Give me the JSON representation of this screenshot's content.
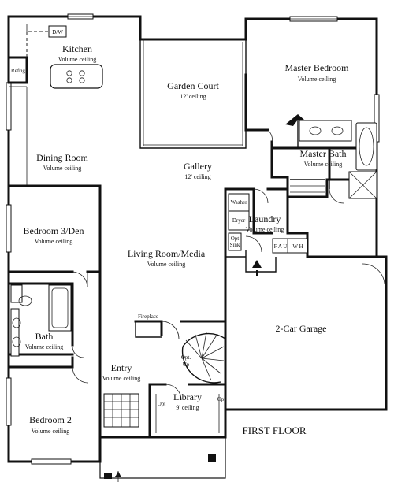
{
  "plan_title": "FIRST FLOOR",
  "rooms": {
    "kitchen": {
      "name": "Kitchen",
      "ceiling": "Volume ceiling"
    },
    "garden_court": {
      "name": "Garden Court",
      "ceiling": "12' ceiling"
    },
    "master_bedroom": {
      "name": "Master Bedroom",
      "ceiling": "Volume ceiling"
    },
    "dining_room": {
      "name": "Dining Room",
      "ceiling": "Volume ceiling"
    },
    "gallery": {
      "name": "Gallery",
      "ceiling": "12' ceiling"
    },
    "master_bath": {
      "name": "Master Bath",
      "ceiling": "Volume ceiling"
    },
    "bedroom3": {
      "name": "Bedroom 3/Den",
      "ceiling": "Volume ceiling"
    },
    "laundry": {
      "name": "Laundry",
      "ceiling": "Volume ceiling"
    },
    "living_room": {
      "name": "Living Room/Media",
      "ceiling": "Volume ceiling"
    },
    "bath": {
      "name": "Bath",
      "ceiling": "Volume ceiling"
    },
    "garage": {
      "name": "2-Car Garage",
      "ceiling": ""
    },
    "entry": {
      "name": "Entry",
      "ceiling": "Volume ceiling"
    },
    "library": {
      "name": "Library",
      "ceiling": "9' ceiling"
    },
    "bedroom2": {
      "name": "Bedroom 2",
      "ceiling": "Volume ceiling"
    }
  },
  "labels": {
    "dw": "D/W",
    "refrig": "Refrig",
    "washer": "Washer",
    "dryer": "Dryer",
    "opt_sink": "Opt",
    "opt_sink2": "Sink",
    "fau": "F A U",
    "wh": "W H",
    "fireplace": "Fireplace",
    "opt_up_1": "Opt.",
    "opt_up_2": "Up",
    "opt_left": "Opt",
    "opt_right": "Opt"
  }
}
